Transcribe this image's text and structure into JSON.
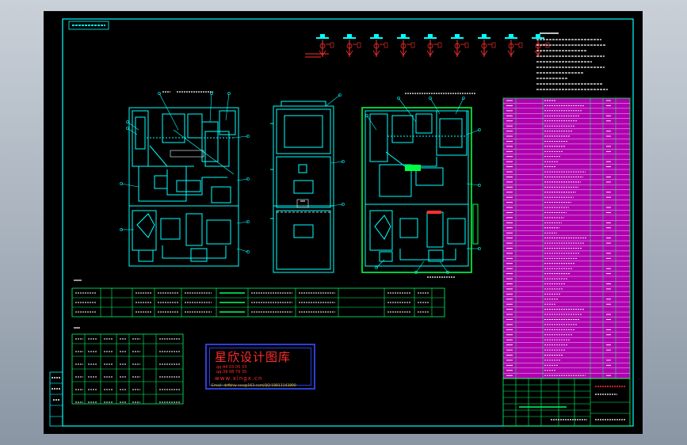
{
  "watermark": {
    "title": "星欣设计图库",
    "qq1": "qq:44 03 05 33",
    "qq2": "qq:39 08 79 35",
    "url": "www.xingx.cn",
    "email": "Email: dzfbhw xxx@163.com|QQ:18811143890"
  },
  "colors": {
    "background": "#000000",
    "frame": "#00ffff",
    "panel_drawing": "#00ffff",
    "door_outline": "#00ff44",
    "table_fill": "#b000b0",
    "table_lines": "#00ff66",
    "symbols": "#ff3030",
    "stamp_border": "#2b3fd6",
    "stamp_text": "#ff2d2d",
    "stamp_email": "#ffd000"
  }
}
